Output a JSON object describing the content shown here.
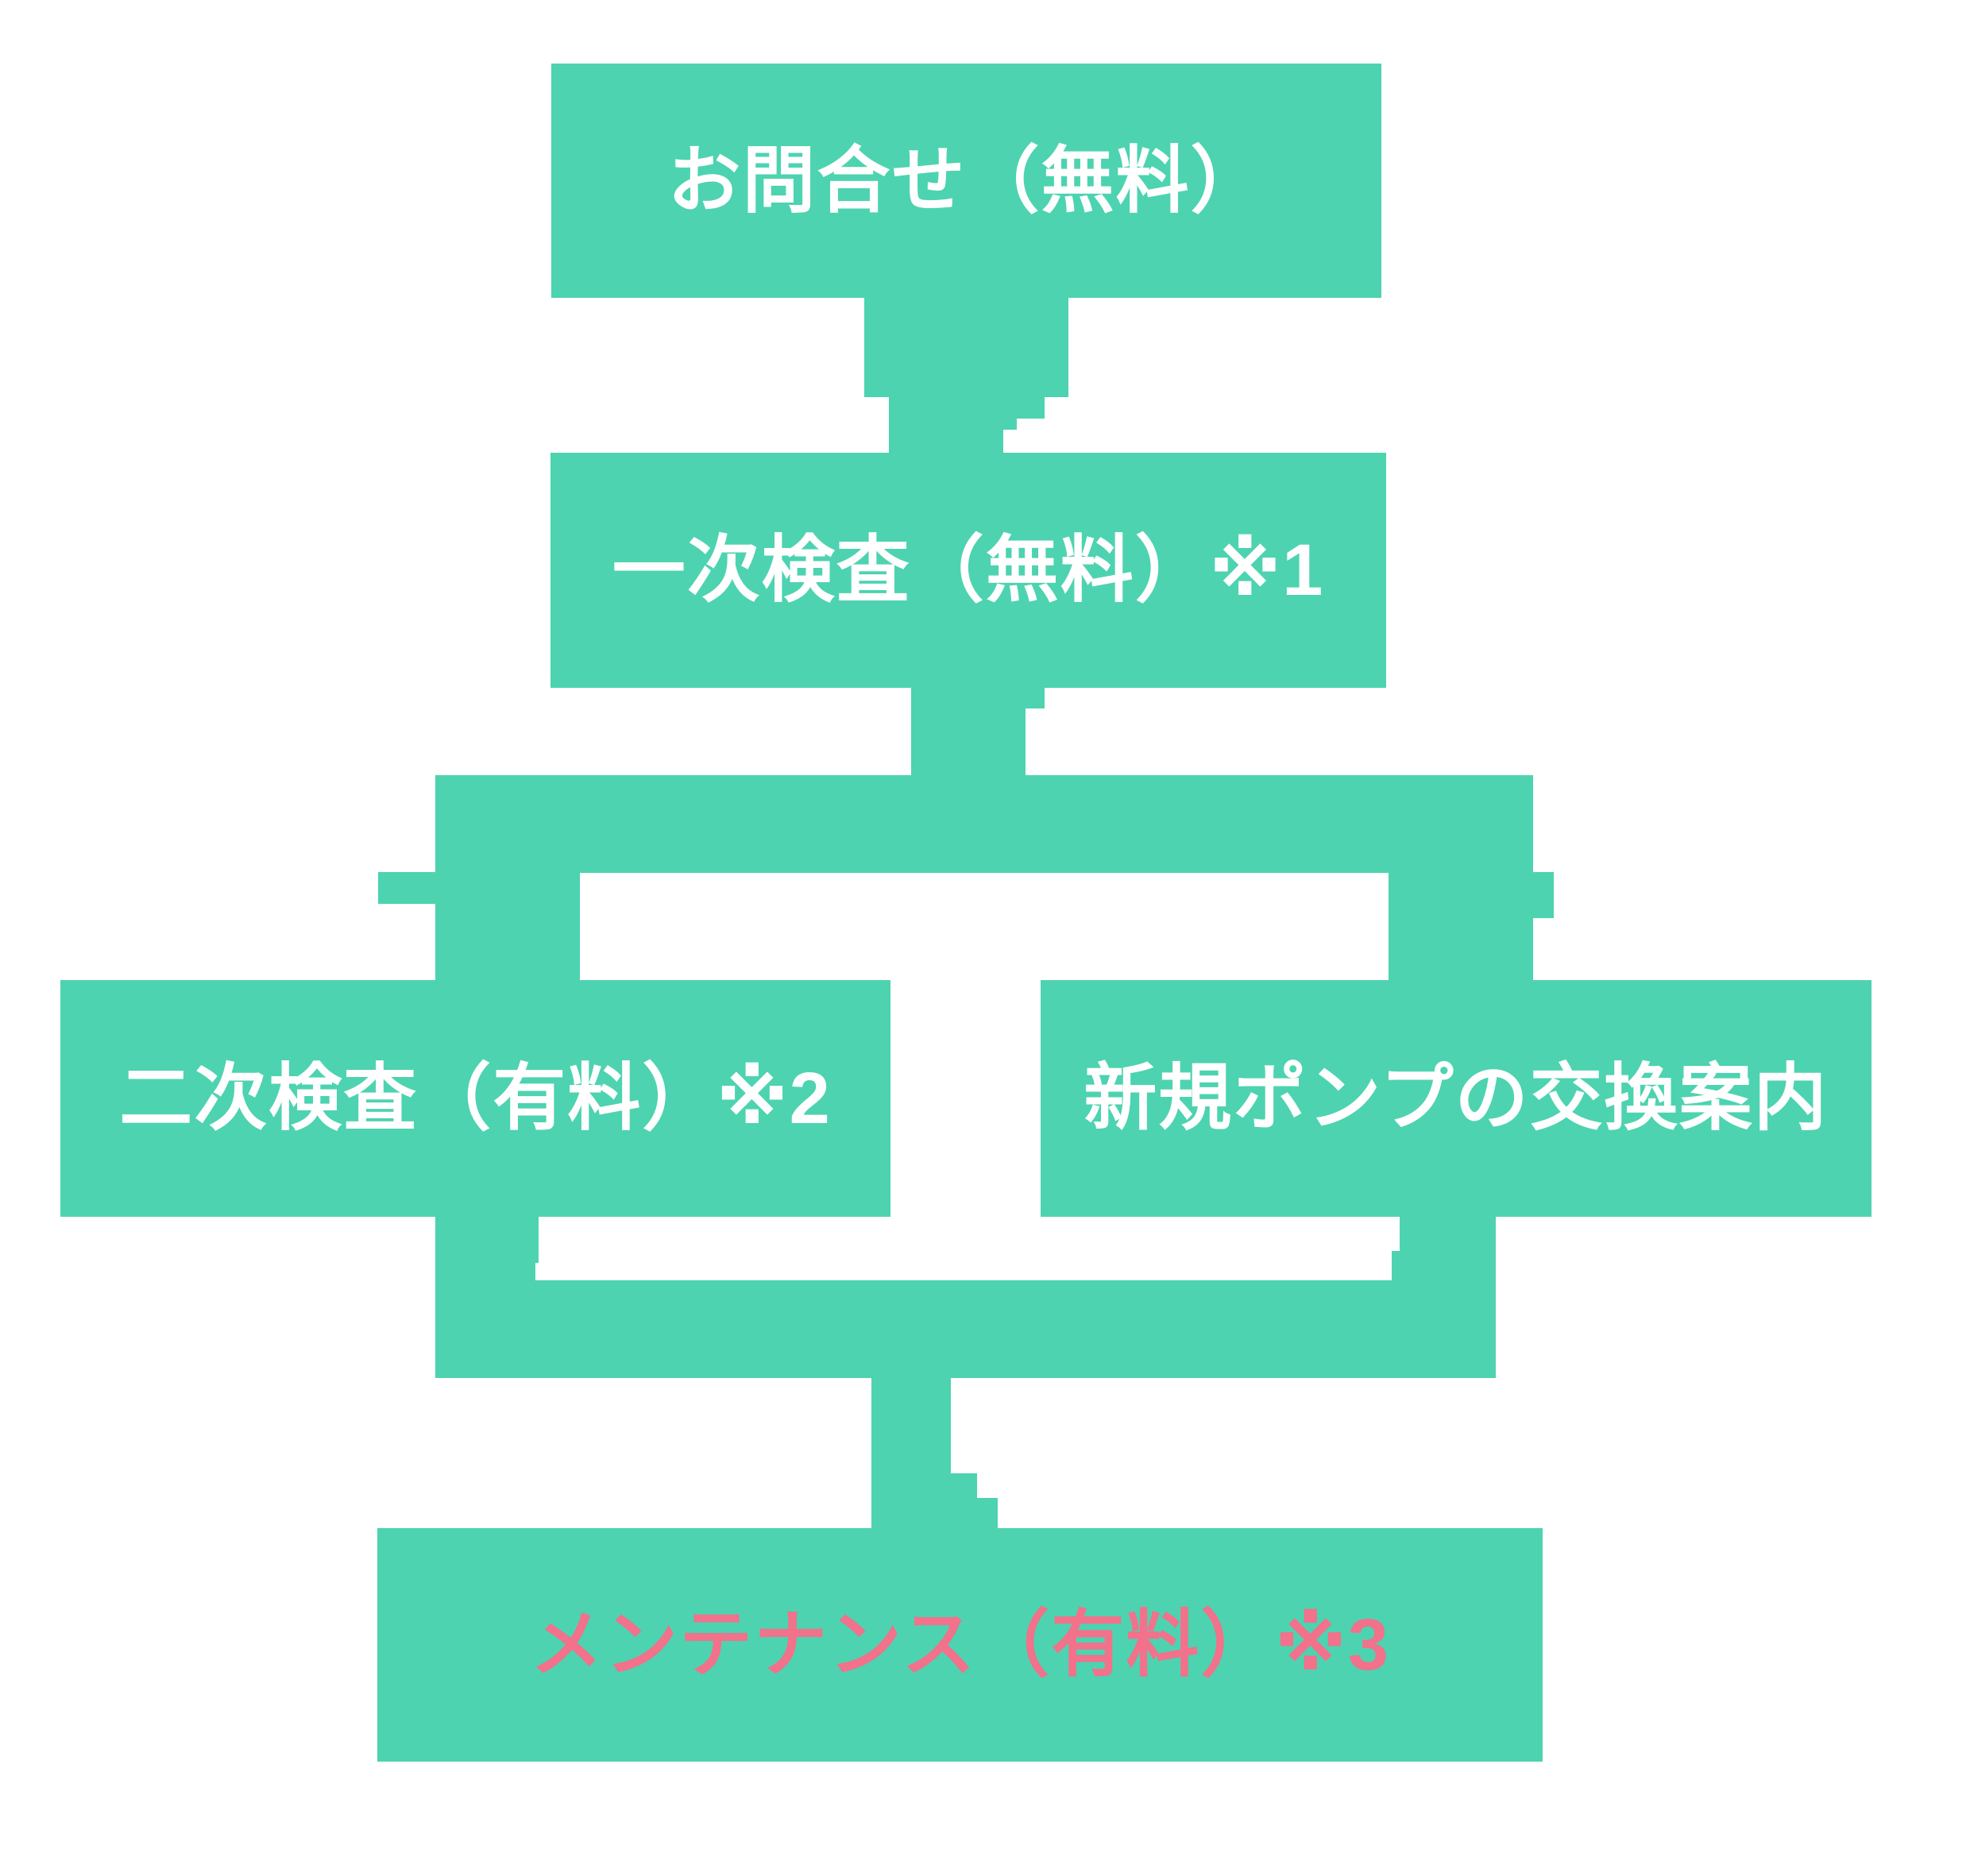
{
  "diagram_title": "service-flow-chart",
  "colors": {
    "node_fill": "#4DD3B0",
    "text_white": "#FFFFFF",
    "text_pink": "#F2718B"
  },
  "nodes": {
    "inquiry": {
      "label": "お問合せ（無料）"
    },
    "primary": {
      "label": "一次検査（無料）※1"
    },
    "secondary": {
      "label": "二次検査（有料）※2"
    },
    "pump": {
      "label": "新規ポンプの交換案内"
    },
    "maintenance": {
      "label": "メンテナンス（有料）※3"
    }
  },
  "edges": [
    {
      "from": "お問合せ（無料）",
      "to": "一次検査（無料）※1"
    },
    {
      "from": "一次検査（無料）※1",
      "to": "二次検査（有料）※2"
    },
    {
      "from": "一次検査（無料）※1",
      "to": "新規ポンプの交換案内"
    },
    {
      "from": "二次検査（有料）※2",
      "to": "メンテナンス（有料）※3"
    },
    {
      "from": "新規ポンプの交換案内",
      "to": "メンテナンス（有料）※3"
    }
  ]
}
